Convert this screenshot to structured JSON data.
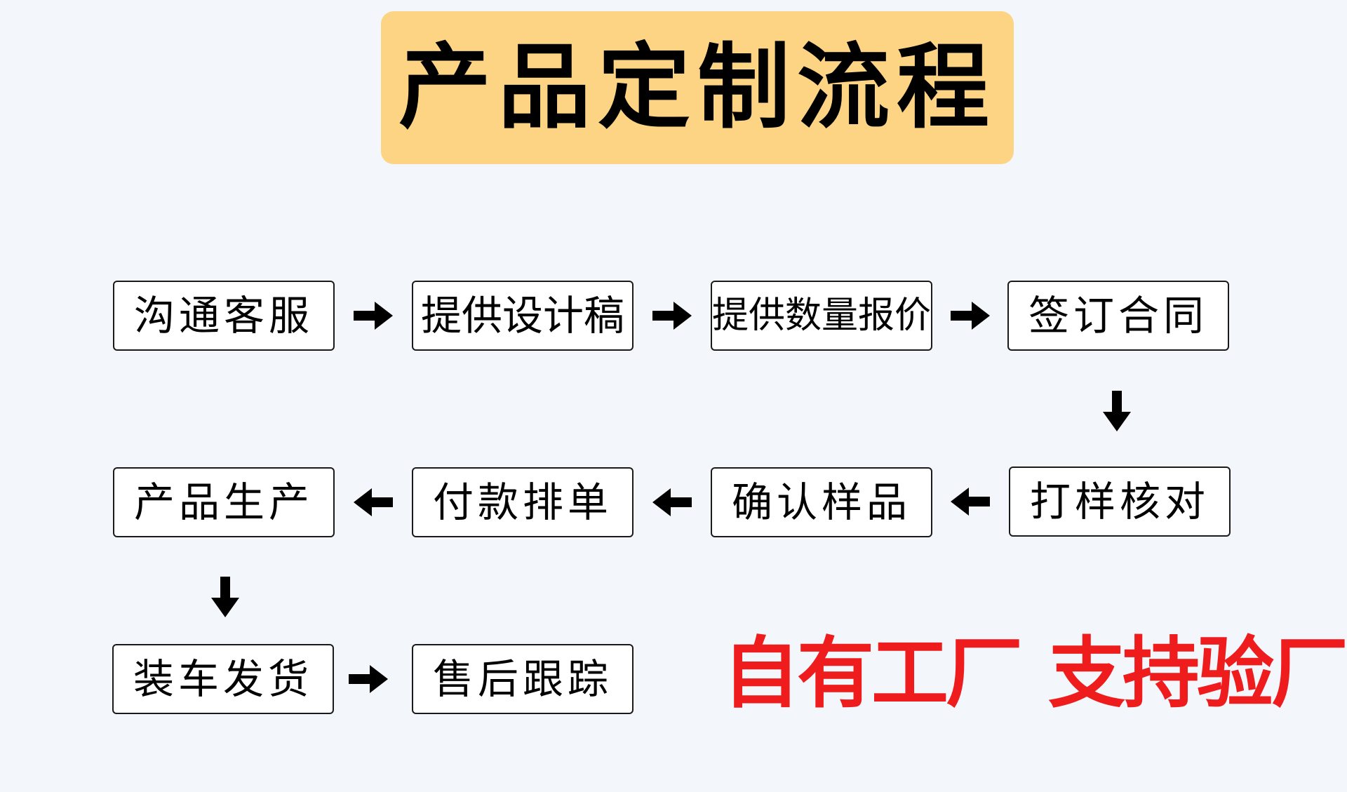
{
  "title": "产品定制流程",
  "steps": {
    "s1": "沟通客服",
    "s2": "提供设计稿",
    "s3": "提供数量报价",
    "s4": "签订合同",
    "s5": "打样核对",
    "s6": "确认样品",
    "s7": "付款排单",
    "s8": "产品生产",
    "s9": "装车发货",
    "s10": "售后跟踪"
  },
  "slogan": {
    "part1": "自有工厂",
    "part2": "支持验厂"
  },
  "colors": {
    "background": "#f3f6fa",
    "banner": "#fdd384",
    "slogan": "#ee1c1c",
    "arrow": "#000000"
  },
  "icons": {
    "right": "arrow-right-icon",
    "left": "arrow-left-icon",
    "down": "arrow-down-icon"
  }
}
